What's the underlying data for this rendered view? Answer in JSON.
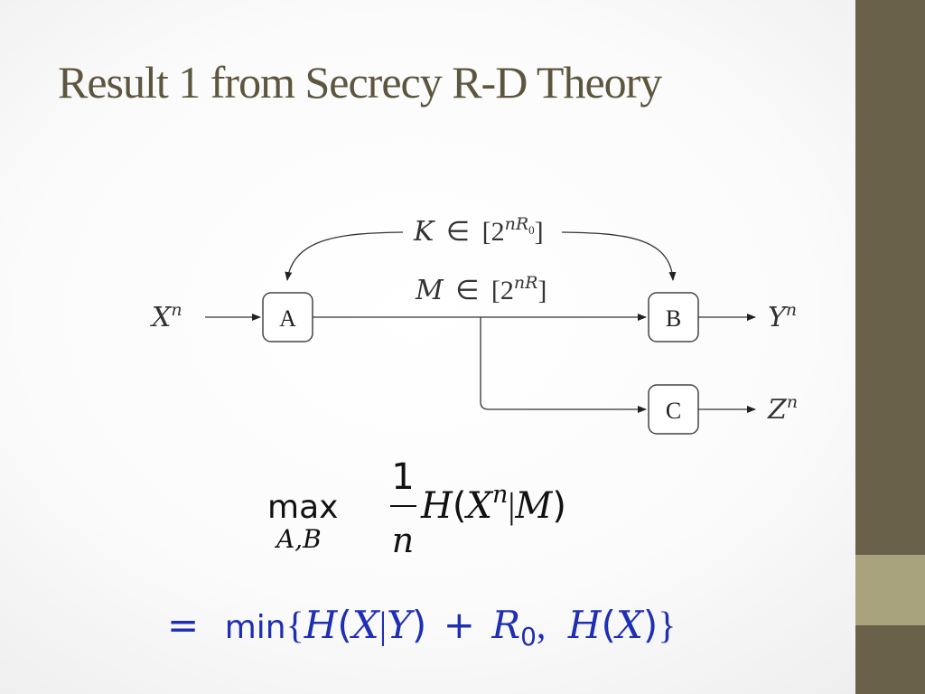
{
  "slide": {
    "title": "Result 1 from Secrecy R-D Theory",
    "colors": {
      "title": "#5d563f",
      "sidebar": "#686048",
      "sidebar_accent": "#a9a37d",
      "result": "#1f2fb4"
    }
  },
  "diagram": {
    "nodes": {
      "a": "A",
      "b": "B",
      "c": "C"
    },
    "key": {
      "var": "K",
      "rel": "∈",
      "base": "2",
      "exp_n": "n",
      "exp_R": "R",
      "exp_sub": "0"
    },
    "message": {
      "var": "M",
      "rel": "∈",
      "base": "2",
      "exp_n": "n",
      "exp_R": "R"
    },
    "source": {
      "var": "X",
      "sup": "n"
    },
    "output_b": {
      "var": "Y",
      "sup": "n"
    },
    "output_c": {
      "var": "Z",
      "sup": "n"
    }
  },
  "objective": {
    "op": "max",
    "op_sub": "A,B",
    "frac_num": "1",
    "frac_den": "n",
    "H": "H",
    "X": "X",
    "X_sup": "n",
    "bar": "|",
    "M": "M"
  },
  "result": {
    "eq": "=",
    "op": "min",
    "H": "H",
    "X": "X",
    "bar": "|",
    "Y": "Y",
    "plus": "+",
    "R": "R",
    "R_sub": "0",
    "comma": ","
  }
}
